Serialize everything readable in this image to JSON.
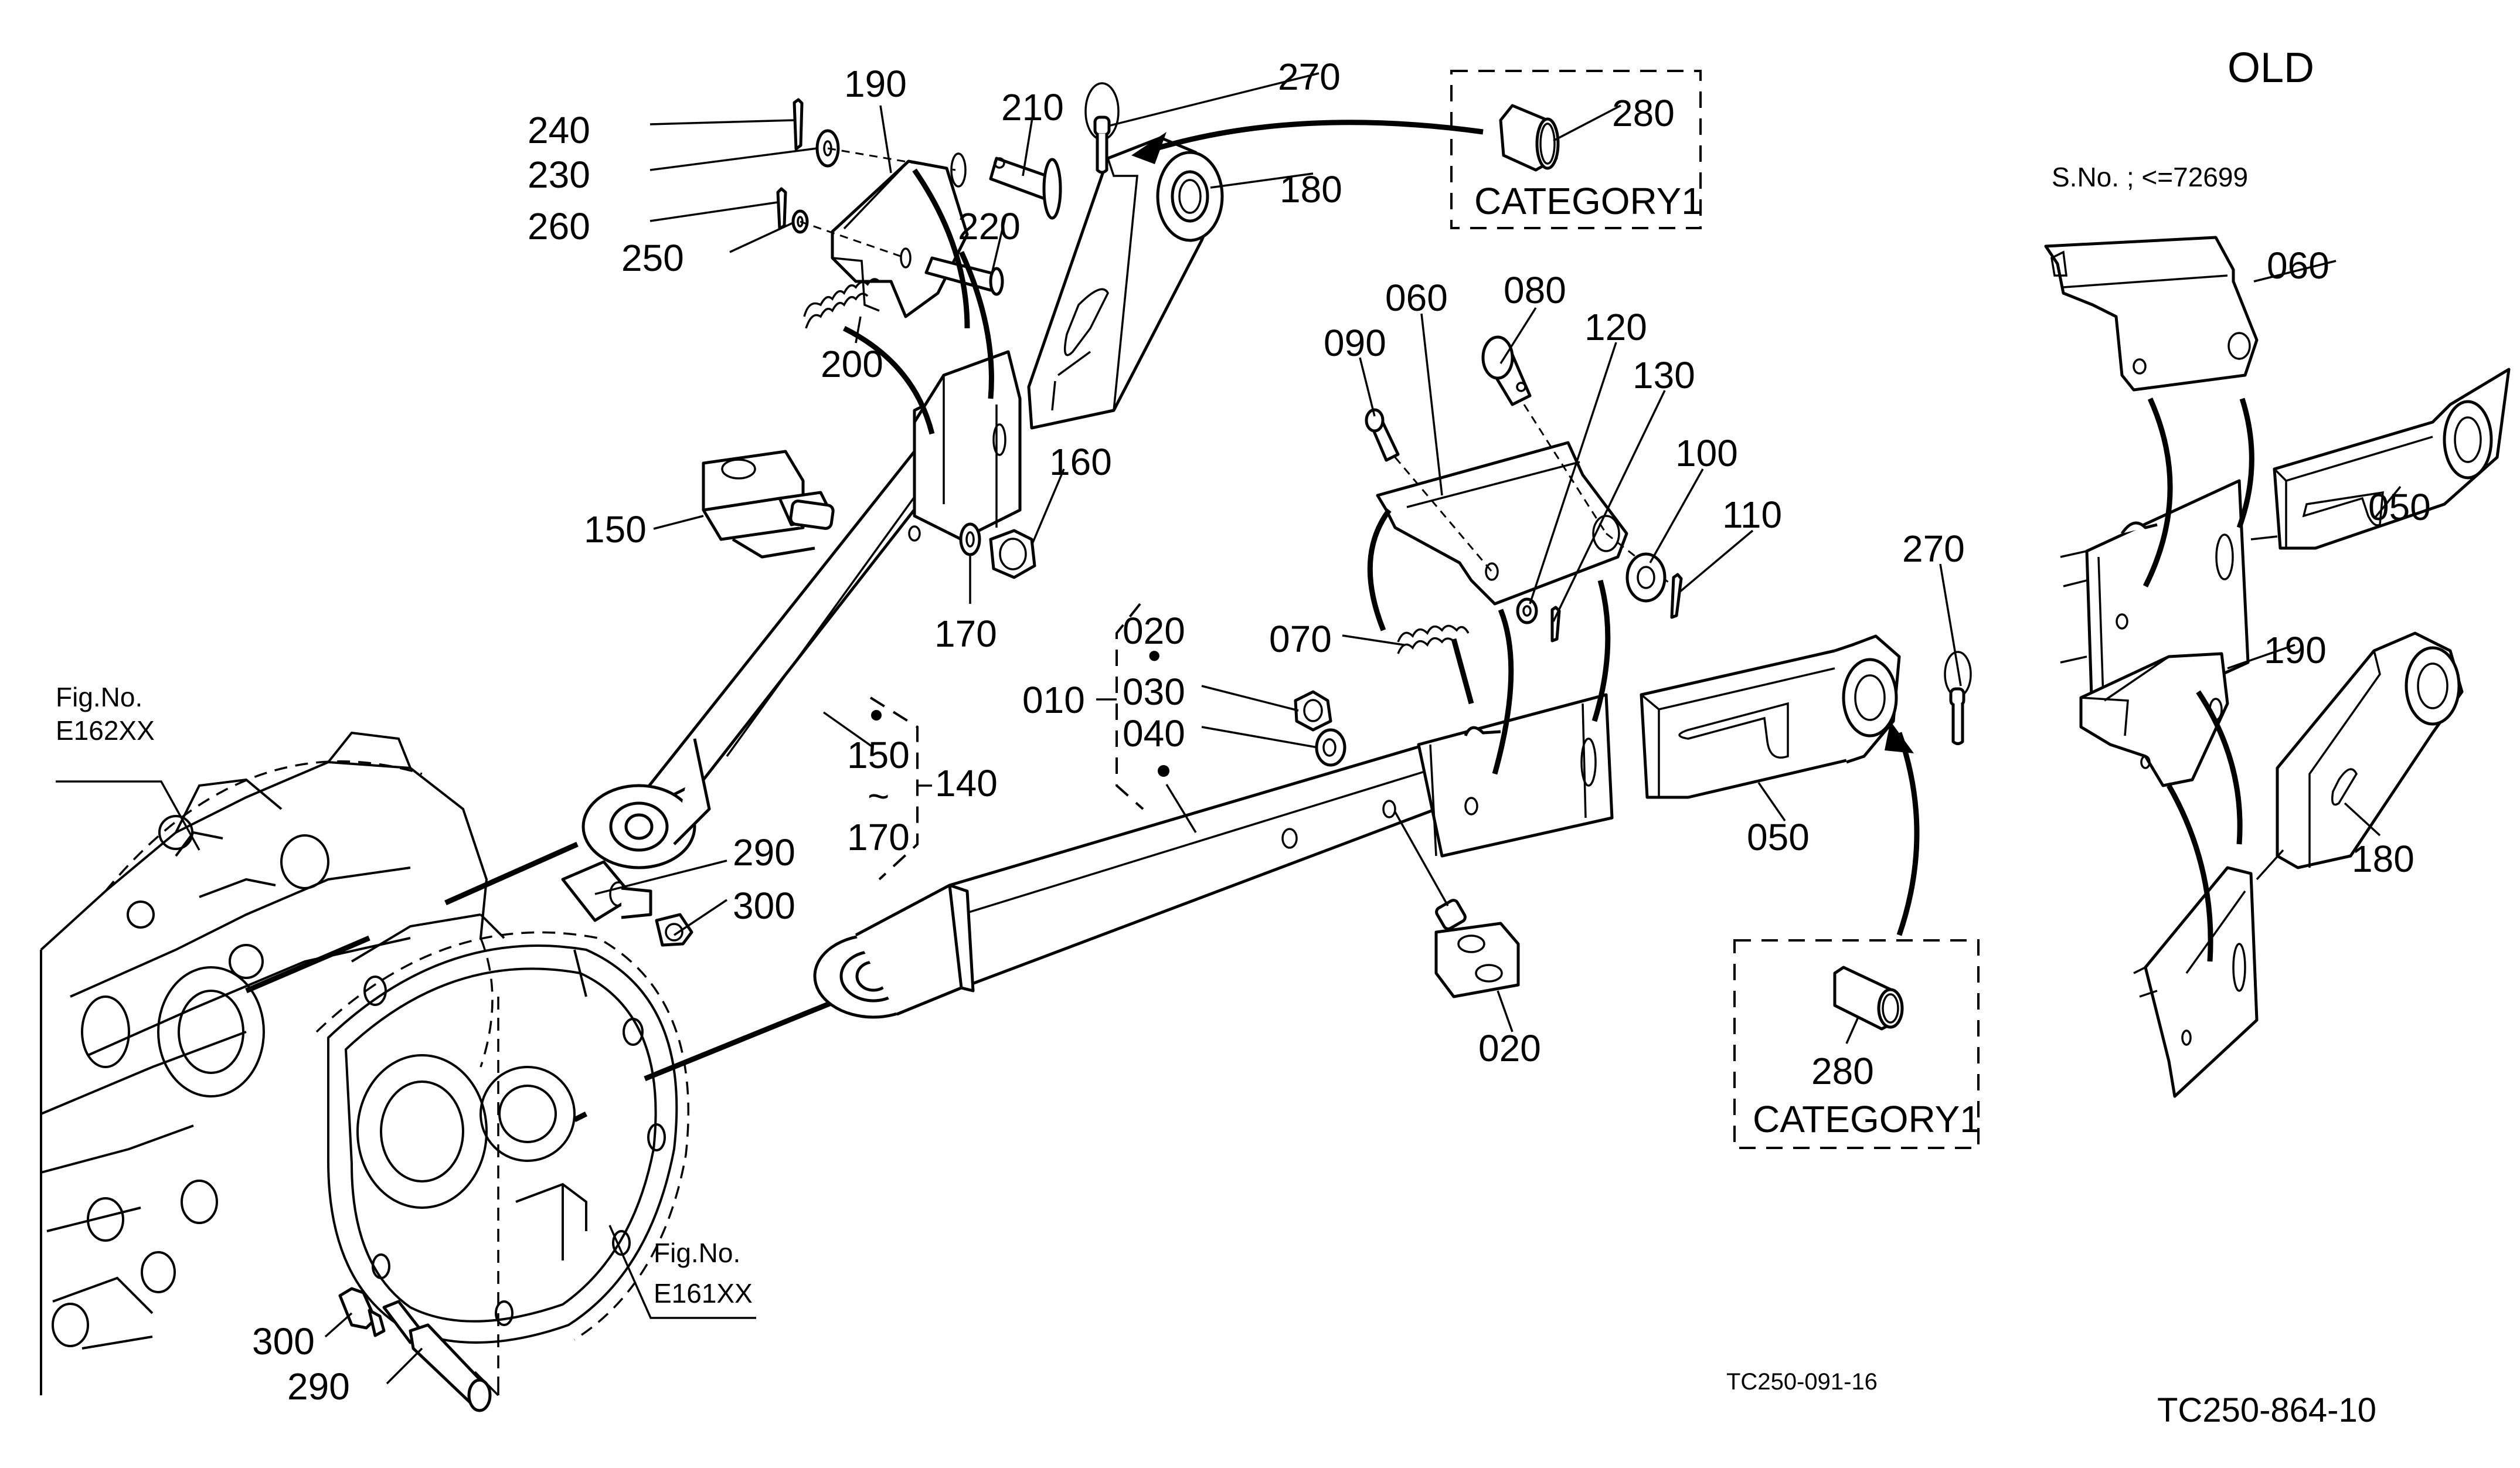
{
  "drawing": {
    "main_code": "TC250-864-10",
    "sub_code": "TC250-091-16"
  },
  "old_section": {
    "title": "OLD",
    "serial_note": "S.No. ; <=72699",
    "callouts": [
      "060",
      "050",
      "190",
      "180"
    ]
  },
  "category_boxes": [
    {
      "part": "280",
      "label": "CATEGORY1"
    },
    {
      "part": "280",
      "label": "CATEGORY1"
    }
  ],
  "figure_refs": [
    {
      "label": "Fig.No.",
      "code": "E162XX"
    },
    {
      "label": "Fig.No.",
      "code": "E161XX"
    }
  ],
  "groups": {
    "g140": {
      "id": "140",
      "from": "150",
      "tilde": "~",
      "to": "170"
    },
    "g010": {
      "id": "010",
      "items": [
        "020",
        "030",
        "040"
      ],
      "dot": "•"
    }
  },
  "callouts": {
    "c240": "240",
    "c230": "230",
    "c260": "260",
    "c250": "250",
    "c190": "190",
    "c210": "210",
    "c220": "220",
    "c200": "200",
    "c270a": "270",
    "c280a": "280",
    "c180": "180",
    "c150": "150",
    "c160": "160",
    "c170": "170",
    "c060": "060",
    "c080": "080",
    "c090": "090",
    "c120": "120",
    "c130": "130",
    "c100": "100",
    "c110": "110",
    "c070": "070",
    "c050": "050",
    "c270b": "270",
    "c020b": "020",
    "c280b": "280",
    "c290a": "290",
    "c300a": "300",
    "c300b": "300",
    "c290b": "290"
  }
}
